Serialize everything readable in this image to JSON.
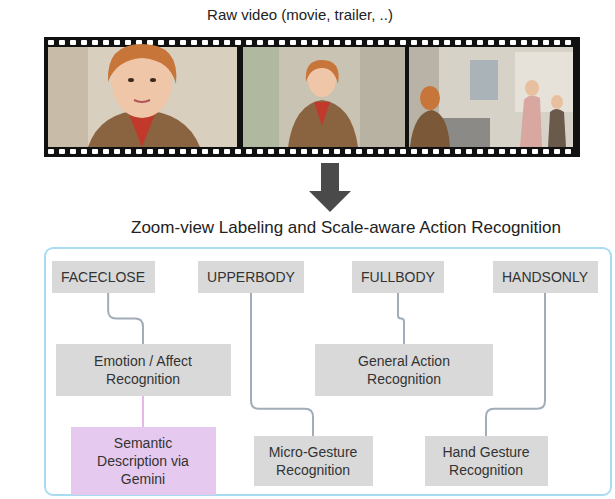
{
  "diagram": {
    "nodes": [
      {
        "text": [
          "Zoom-view Labeling and Scale-aware Action Recognition"
        ]
      },
      {
        "text": [
          "FACECLOSE"
        ],
        "in": 0
      },
      {
        "text": [
          "UPPERBODY"
        ],
        "in": 0
      },
      {
        "text": [
          "FULLBODY"
        ],
        "in": 0
      },
      {
        "text": [
          "HANDSONLY"
        ],
        "in": 0
      },
      {
        "text": [
          "Emotion / Affect Recognition"
        ],
        "in": 0
      },
      {
        "text": [
          "General Action Recognition"
        ],
        "in": 0
      },
      {
        "text": [
          "Semantic Description via Gemini"
        ],
        "in": 0
      },
      {
        "text": [
          "Micro-Gesture Recognition"
        ],
        "in": 0
      },
      {
        "text": [
          "Hand Gesture Recognition"
        ],
        "in": 0
      }
    ],
    "edges": [
      {
        "from": 1,
        "to": 5,
        "arrow": "none"
      },
      {
        "from": 5,
        "to": 7,
        "arrow": "none"
      },
      {
        "from": 2,
        "to": 8,
        "arrow": "none"
      },
      {
        "from": 3,
        "to": 6,
        "arrow": "none"
      },
      {
        "from": 4,
        "to": 9,
        "arrow": "none"
      }
    ],
    "labels": [
      "Raw video (movie, trailer, ..)"
    ]
  }
}
